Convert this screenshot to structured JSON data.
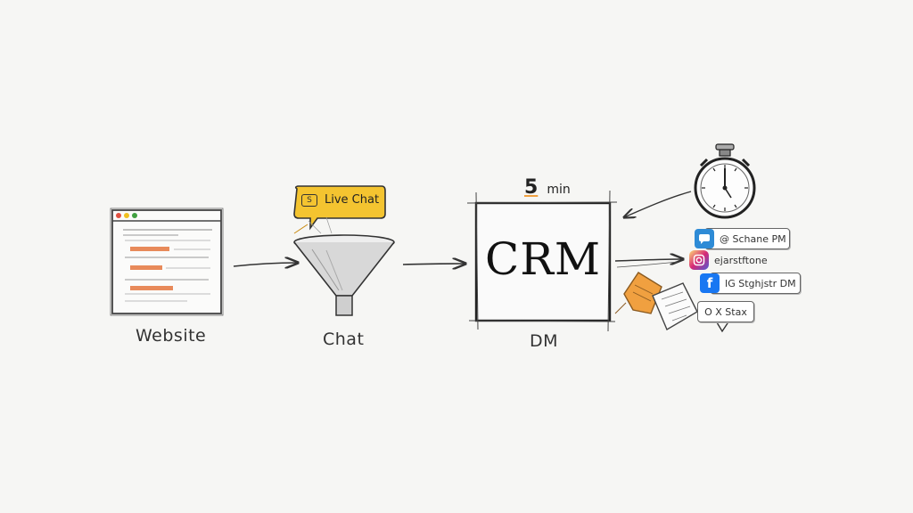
{
  "steps": {
    "website": {
      "label": "Website"
    },
    "chat": {
      "label": "Chat",
      "bubble_text": "Live Chat",
      "bubble_icon_text": "S"
    },
    "crm": {
      "box_text": "CRM",
      "label": "DM",
      "timer_number": "5",
      "timer_unit": "min"
    }
  },
  "channels": [
    {
      "icon": "chat-app-icon",
      "color": "#2e8bd6",
      "text": "@ Schane PM"
    },
    {
      "icon": "instagram-icon",
      "color": "#d6306e",
      "text": "ejarstftone"
    },
    {
      "icon": "facebook-icon",
      "color": "#1877f2",
      "text": "IG Stghjstr DM"
    }
  ],
  "note_text": "O X Stax",
  "colors": {
    "accent_orange": "#f0a040",
    "bubble_yellow": "#f4c430",
    "ink": "#333333"
  }
}
